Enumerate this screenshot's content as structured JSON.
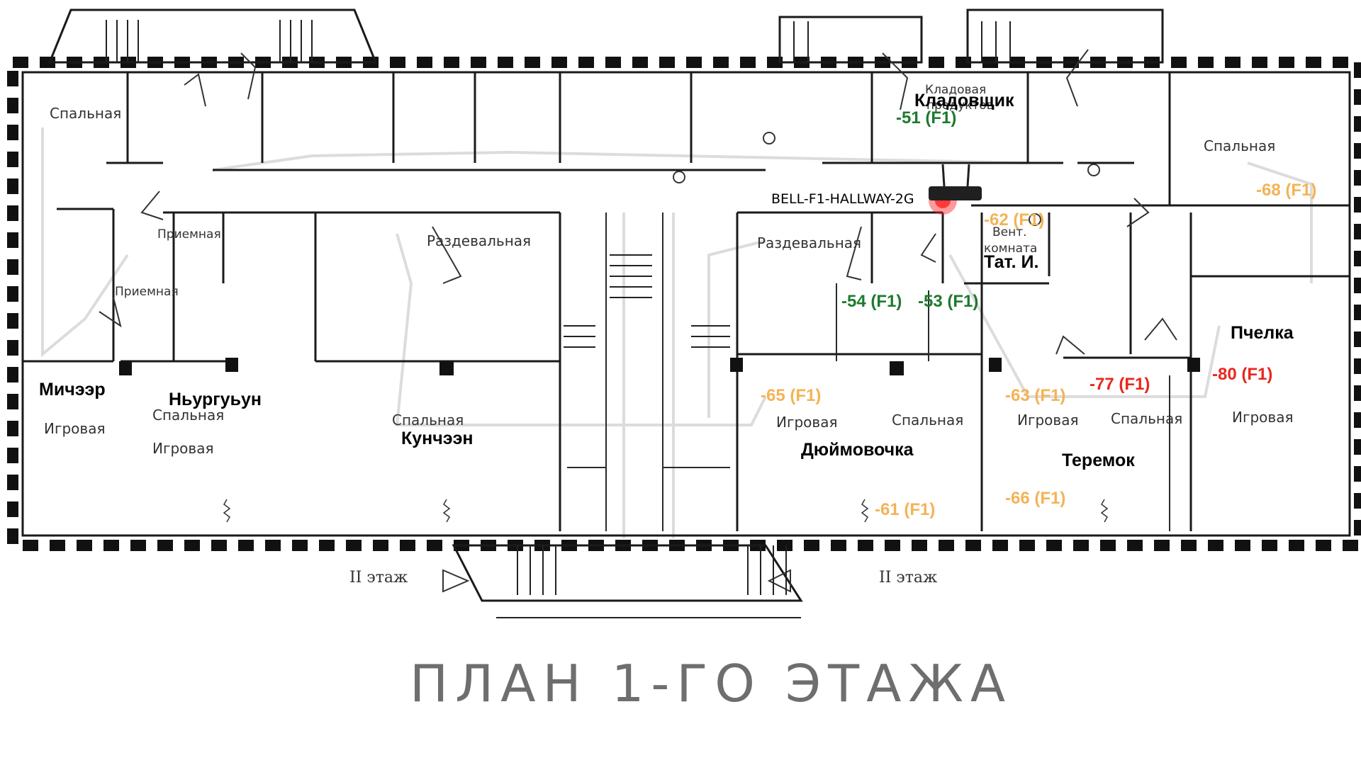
{
  "plan_title": "ПЛАН 1-ГО ЭТАЖА",
  "access_point": {
    "ssid": "BELL-F1-HALLWAY-2G",
    "icon": "router-icon"
  },
  "room_names": {
    "kladovshik": "Кладовщик",
    "tat": "Тат. И.",
    "pchelka": "Пчелка",
    "micheer": "Мичээр",
    "nyurguyun": "Ньургуьун",
    "kunchen": "Кунчээн",
    "dyuymovochka": "Дюймовочка",
    "teremok": "Теремок"
  },
  "sketch_labels": {
    "spalnaya_1": "Спальная",
    "spalnaya_2": "Спальная",
    "spalnaya_3": "Спальная",
    "spalnaya_4": "Спальная",
    "spalnaya_5": "Спальная",
    "spalnaya_6": "Спальная",
    "igrovaya_1": "Игровая",
    "igrovaya_2": "Игровая",
    "igrovaya_3": "Игровая",
    "igrovaya_4": "Игровая",
    "igrovaya_5": "Игровая",
    "priemnaya_1": "Приемная",
    "priemnaya_2": "Приемная",
    "razdevalnaya_1": "Раздевальная",
    "razdevalnaya_2": "Раздевальная",
    "kladovaya_1": "Кладовая",
    "kladovaya_2": "продуктов",
    "vent_1": "Вент.",
    "vent_2": "комната",
    "floor2_left": "II этаж",
    "floor2_right": "II этаж"
  },
  "signals": {
    "s_kladovshik": {
      "text": "-51 (F1)",
      "level": "good"
    },
    "s_vent": {
      "text": "-62 (F1)",
      "level": "mid"
    },
    "s_pchelka_top": {
      "text": "-68 (F1)",
      "level": "mid"
    },
    "s_razd_a": {
      "text": "-54 (F1)",
      "level": "good"
    },
    "s_razd_b": {
      "text": "-53 (F1)",
      "level": "good"
    },
    "s_dyum_play": {
      "text": "-65 (F1)",
      "level": "mid"
    },
    "s_terem_play": {
      "text": "-63 (F1)",
      "level": "mid"
    },
    "s_terem_sleep": {
      "text": "-77 (F1)",
      "level": "bad"
    },
    "s_pchelka_play": {
      "text": "-80 (F1)",
      "level": "bad"
    },
    "s_dyum_bottom": {
      "text": "-61 (F1)",
      "level": "mid"
    },
    "s_terem_bottom": {
      "text": "-66 (F1)",
      "level": "mid"
    }
  },
  "colors": {
    "good": "#1e7a2e",
    "mid": "#f4b356",
    "bad": "#e8281e",
    "ap_glow": "#ff2020"
  }
}
